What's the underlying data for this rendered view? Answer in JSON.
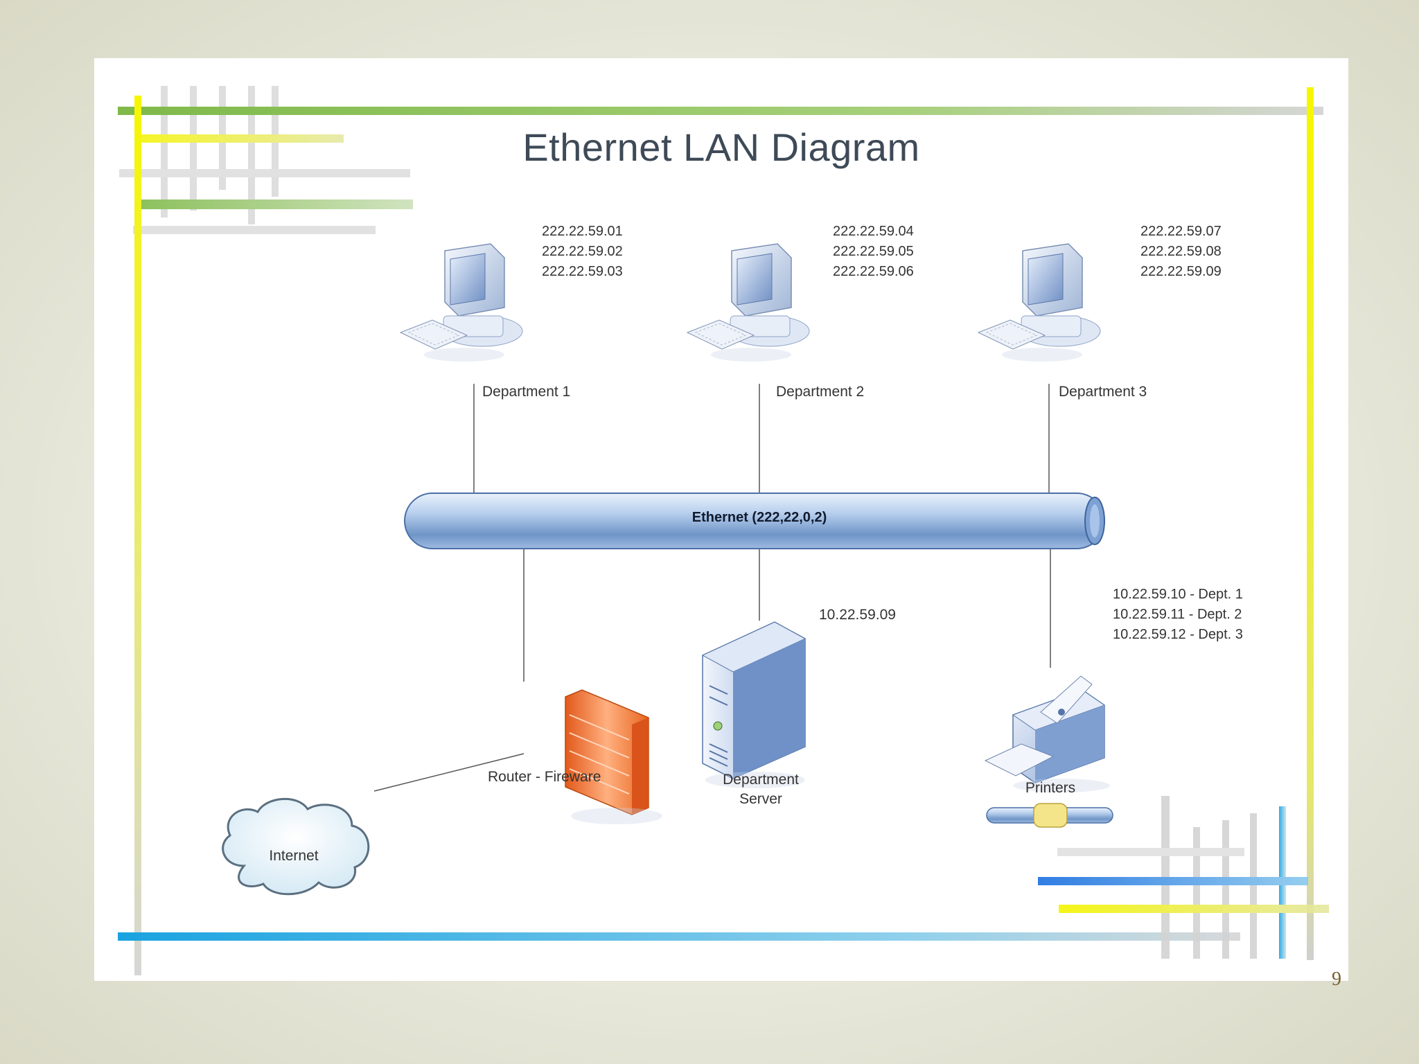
{
  "title": "Ethernet LAN Diagram",
  "departments": [
    {
      "label": "Department 1",
      "ips": [
        "222.22.59.01",
        "222.22.59.02",
        "222.22.59.03"
      ]
    },
    {
      "label": "Department 2",
      "ips": [
        "222.22.59.04",
        "222.22.59.05",
        "222.22.59.06"
      ]
    },
    {
      "label": "Department 3",
      "ips": [
        "222.22.59.07",
        "222.22.59.08",
        "222.22.59.09"
      ]
    }
  ],
  "ethernet": {
    "label": "Ethernet (222,22,0,2)"
  },
  "router": {
    "label": "Router - Fireware"
  },
  "server": {
    "label_line1": "Department",
    "label_line2": "Server",
    "ip": "10.22.59.09"
  },
  "printers": {
    "label": "Printers",
    "ips": [
      "10.22.59.10 - Dept. 1",
      "10.22.59.11 - Dept. 2",
      "10.22.59.12 - Dept. 3"
    ]
  },
  "internet": {
    "label": "Internet"
  },
  "page_number": "9",
  "colors": {
    "green": "#8cc152",
    "yellow": "#f2f200",
    "blue": "#1aa3e0",
    "gray": "#d9d9d9",
    "pipe": "#8fb1dc",
    "firewall": "#f07a3a"
  },
  "icons": [
    "computer-icon",
    "cloud-icon",
    "firewall-icon",
    "server-icon",
    "printer-icon"
  ]
}
